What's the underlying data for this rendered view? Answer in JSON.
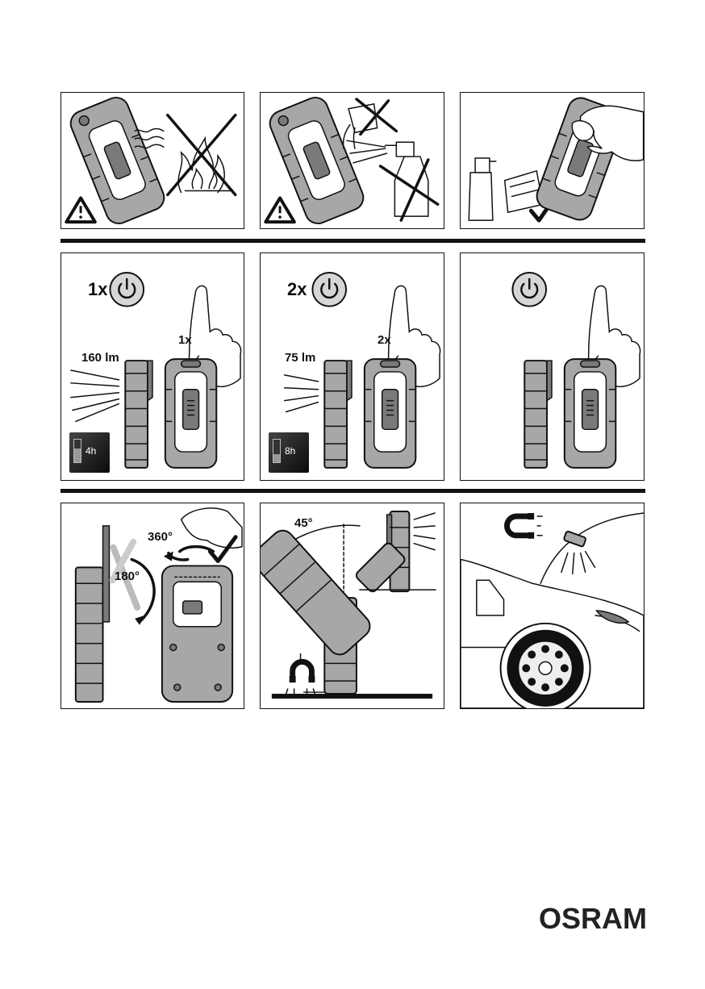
{
  "row2": {
    "p1": {
      "press_big": "1x",
      "press_small": "1x",
      "lumens": "160 lm",
      "runtime": "4h"
    },
    "p2": {
      "press_big": "2x",
      "press_small": "2x",
      "lumens": "75 lm",
      "runtime": "8h"
    }
  },
  "row3": {
    "rotate_label": "360°",
    "fold_label": "180°",
    "tilt_label": "45°"
  },
  "brand": {
    "logo": "OSRAM"
  },
  "icons": [
    "warning-icon",
    "power-icon",
    "magnet-icon",
    "checkmark-icon",
    "battery-icon"
  ]
}
